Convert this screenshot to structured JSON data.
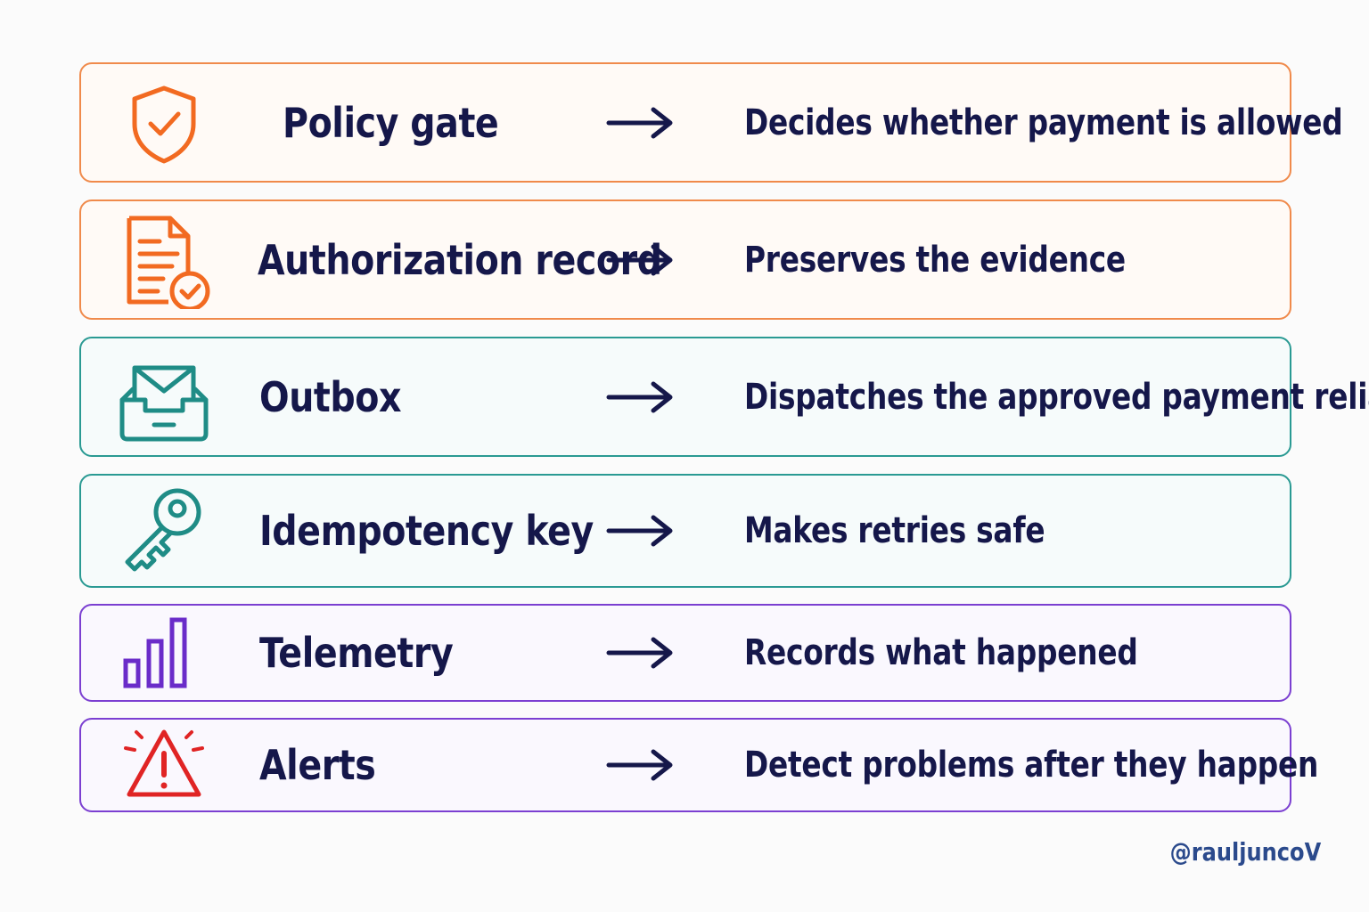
{
  "rows": [
    {
      "label": "Policy gate",
      "description": "Decides whether payment is allowed",
      "icon": "shield-check-icon",
      "color": "#f26a21"
    },
    {
      "label": "Authorization record",
      "description": "Preserves the evidence",
      "icon": "document-check-icon",
      "color": "#f26a21"
    },
    {
      "label": "Outbox",
      "description": "Dispatches the approved payment reliably",
      "icon": "inbox-envelope-icon",
      "color": "#1f8c86"
    },
    {
      "label": "Idempotency key",
      "description": "Makes retries safe",
      "icon": "key-icon",
      "color": "#1f8c86"
    },
    {
      "label": "Telemetry",
      "description": "Records what happened",
      "icon": "bar-chart-icon",
      "color": "#6a2cc9"
    },
    {
      "label": "Alerts",
      "description": "Detect problems after they happen",
      "icon": "warning-icon",
      "color": "#e02424"
    }
  ],
  "arrow_color": "#15174a",
  "text_color": "#15174a",
  "handle": "@rauljuncoV"
}
